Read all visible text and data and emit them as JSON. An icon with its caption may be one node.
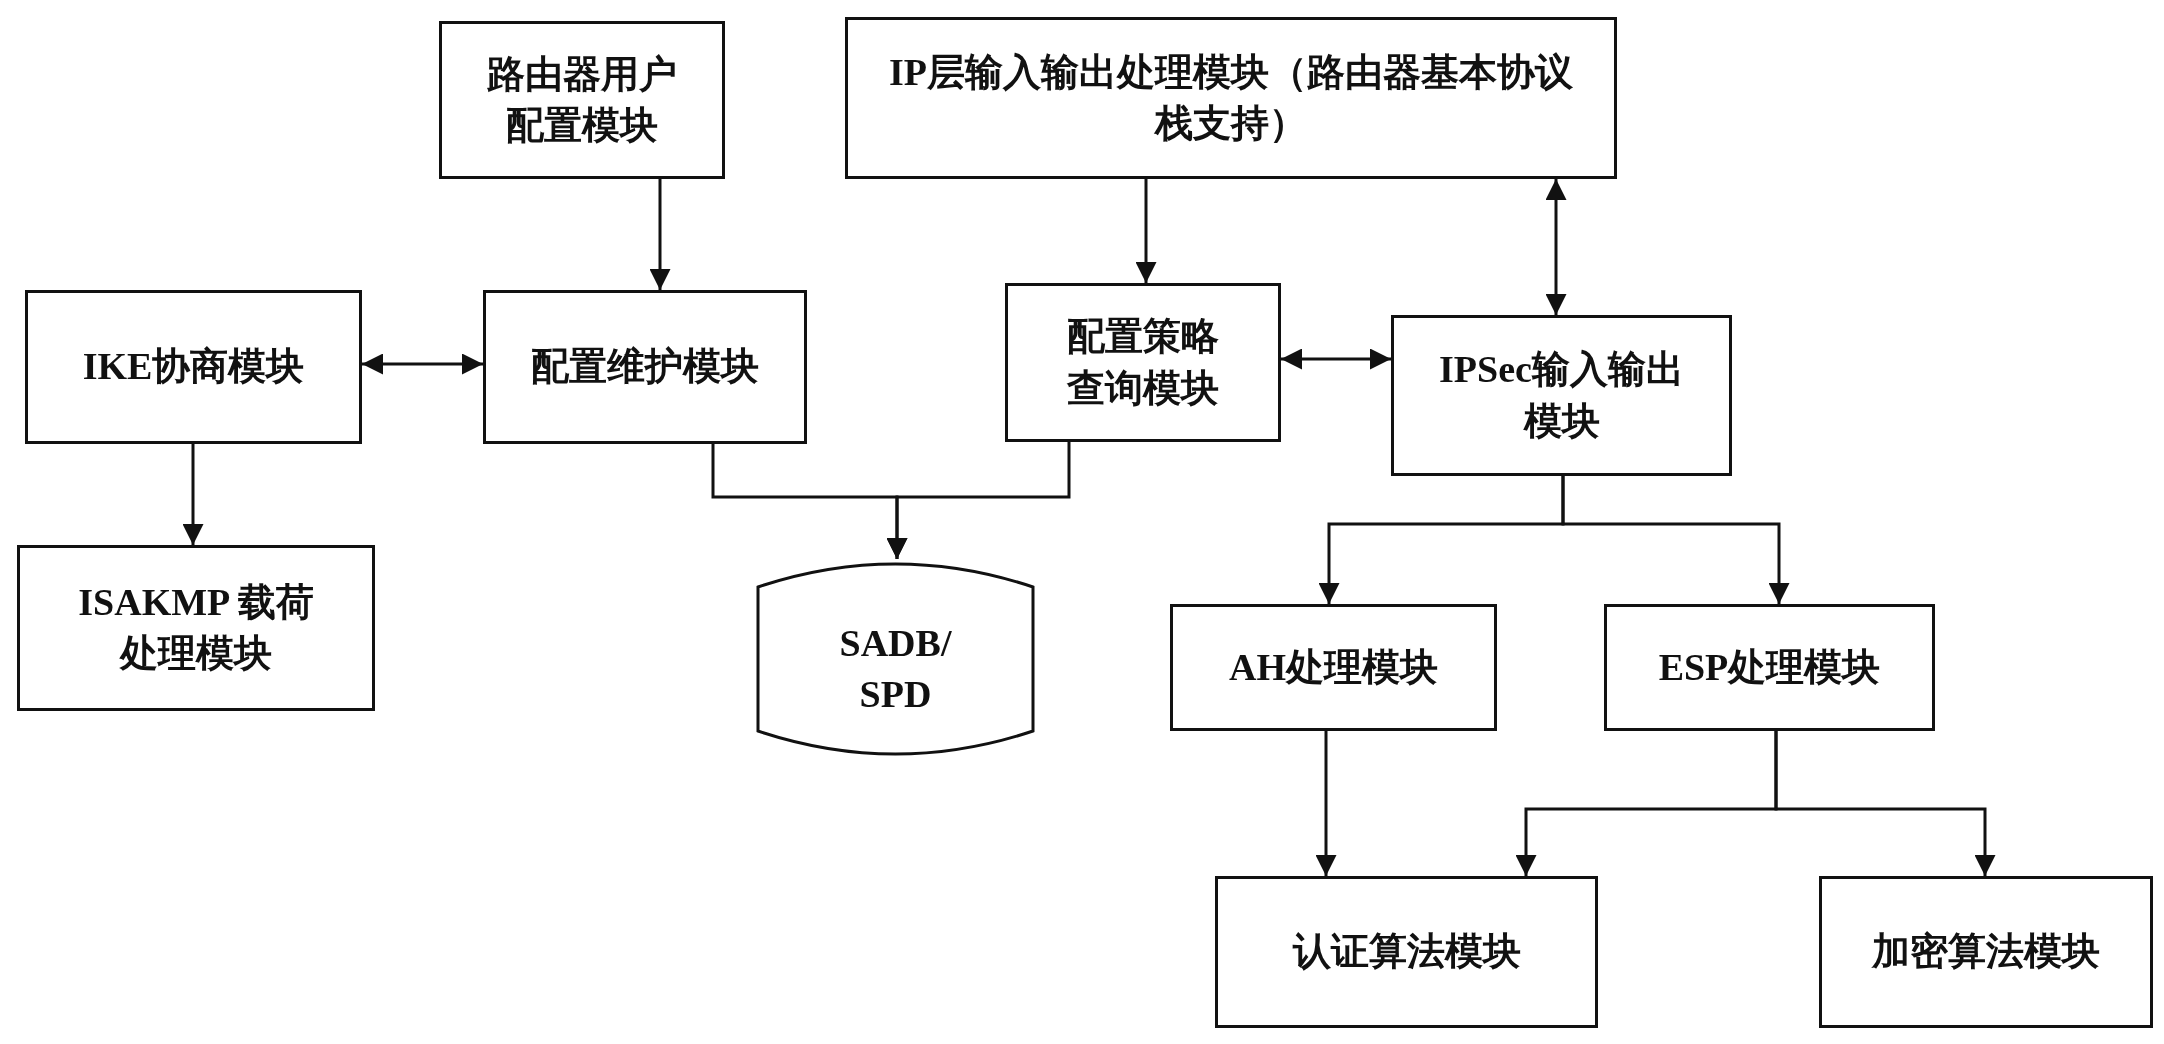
{
  "diagram": {
    "nodes": [
      {
        "text": [
          "路由器用户配置模块"
        ]
      },
      {
        "text": [
          "IP层输入输出处理模块（路由器基本协议栈支持）"
        ]
      },
      {
        "text": [
          "IKE协商模块"
        ]
      },
      {
        "text": [
          "配置维护模块"
        ]
      },
      {
        "text": [
          "配置策略查询模块"
        ]
      },
      {
        "text": [
          "IPSec输入输出模块"
        ]
      },
      {
        "text": [
          "ISAKMP 载荷处理模块"
        ]
      },
      {
        "text": [
          "SADB/ SPD"
        ]
      },
      {
        "text": [
          "AH处理模块"
        ]
      },
      {
        "text": [
          "ESP处理模块"
        ]
      },
      {
        "text": [
          "认证算法模块"
        ]
      },
      {
        "text": [
          "加密算法模块"
        ]
      }
    ],
    "edges": [
      {
        "from": 0,
        "to": 3,
        "arrow": "to"
      },
      {
        "from": 1,
        "to": 4,
        "arrow": "to"
      },
      {
        "from": 1,
        "to": 5,
        "arrow": "both"
      },
      {
        "from": 2,
        "to": 3,
        "arrow": "both"
      },
      {
        "from": 4,
        "to": 5,
        "arrow": "both"
      },
      {
        "from": 2,
        "to": 6,
        "arrow": "to"
      },
      {
        "from": 3,
        "to": 7,
        "arrow": "to"
      },
      {
        "from": 4,
        "to": 7,
        "arrow": "to"
      },
      {
        "from": 5,
        "to": 8,
        "arrow": "to"
      },
      {
        "from": 5,
        "to": 9,
        "arrow": "to"
      },
      {
        "from": 8,
        "to": 10,
        "arrow": "to"
      },
      {
        "from": 9,
        "to": 10,
        "arrow": "to"
      },
      {
        "from": 9,
        "to": 11,
        "arrow": "to"
      }
    ]
  }
}
